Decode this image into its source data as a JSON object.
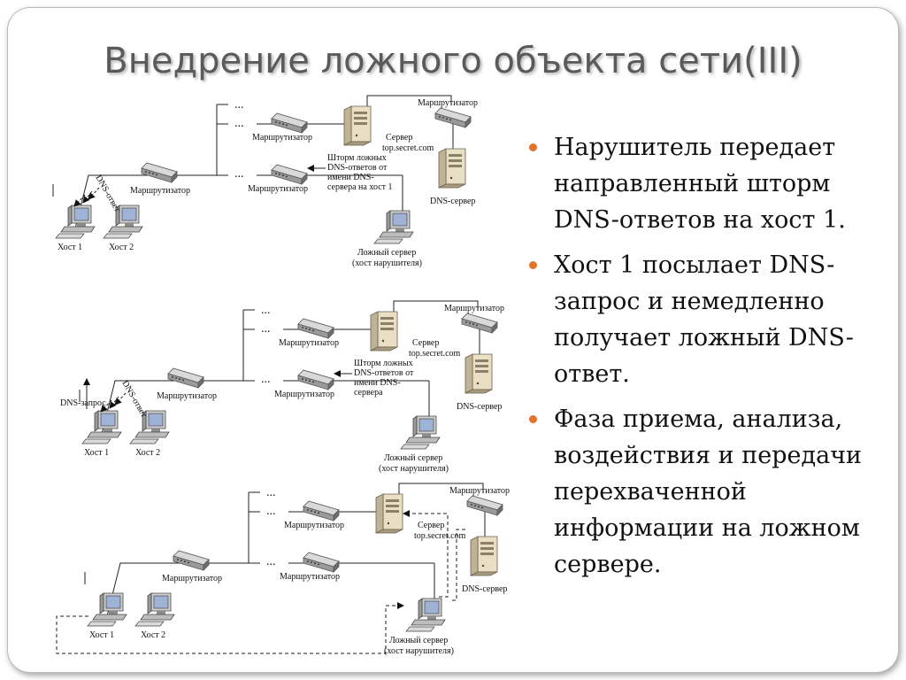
{
  "slide": {
    "title": "Внедрение ложного объекта сети(III)",
    "bullets": [
      "Нарушитель передает направленный шторм DNS-ответов на хост 1.",
      "Хост 1 посылает DNS-запрос и немедленно получает ложный DNS-ответ.",
      "Фаза приема, анализа, воздействия и передачи перехваченной информации на ложном сервере."
    ]
  },
  "diagrams": [
    {
      "router_main": "Маршрутизатор",
      "router_top": "Маршрутизатор",
      "router_mid": "Маршрутизатор",
      "router_right": "Маршрутизатор",
      "server_line1": "Сервер",
      "server_line2": "top.secret.com",
      "dns_server": "DNS-сервер",
      "storm_lines": [
        "Шторм ложных",
        "DNS-ответов от",
        "имени DNS-",
        "сервера на хост 1"
      ],
      "fake_server_line1": "Ложный сервер",
      "fake_server_line2": "(хост нарушителя)",
      "host1": "Хост 1",
      "host2": "Хост 2",
      "dns_reply": "DNS-ответ",
      "dns_request": "",
      "ellipsis": "..."
    },
    {
      "router_main": "Маршрутизатор",
      "router_top": "Маршрутизатор",
      "router_mid": "Маршрутизатор",
      "router_right": "Маршрутизатор",
      "server_line1": "Сервер",
      "server_line2": "top.secret.com",
      "dns_server": "DNS-сервер",
      "storm_lines": [
        "Шторм ложных",
        "DNS-ответов от",
        "имени DNS-",
        "сервера"
      ],
      "fake_server_line1": "Ложный сервер",
      "fake_server_line2": "(хост нарушителя)",
      "host1": "Хост 1",
      "host2": "Хост 2",
      "dns_reply": "DNS-ответ",
      "dns_request": "DNS-запрос",
      "ellipsis": "..."
    },
    {
      "router_main": "Маршрутизатор",
      "router_top": "Маршрутизатор",
      "router_mid": "Маршрутизатор",
      "router_right": "Маршрутизатор",
      "server_line1": "Сервер",
      "server_line2": "top.secret.com",
      "dns_server": "DNS-сервер",
      "fake_server_line1": "Ложный сервер",
      "fake_server_line2": "(хост нарушителя)",
      "host1": "Хост 1",
      "host2": "Хост 2",
      "ellipsis": "..."
    }
  ]
}
